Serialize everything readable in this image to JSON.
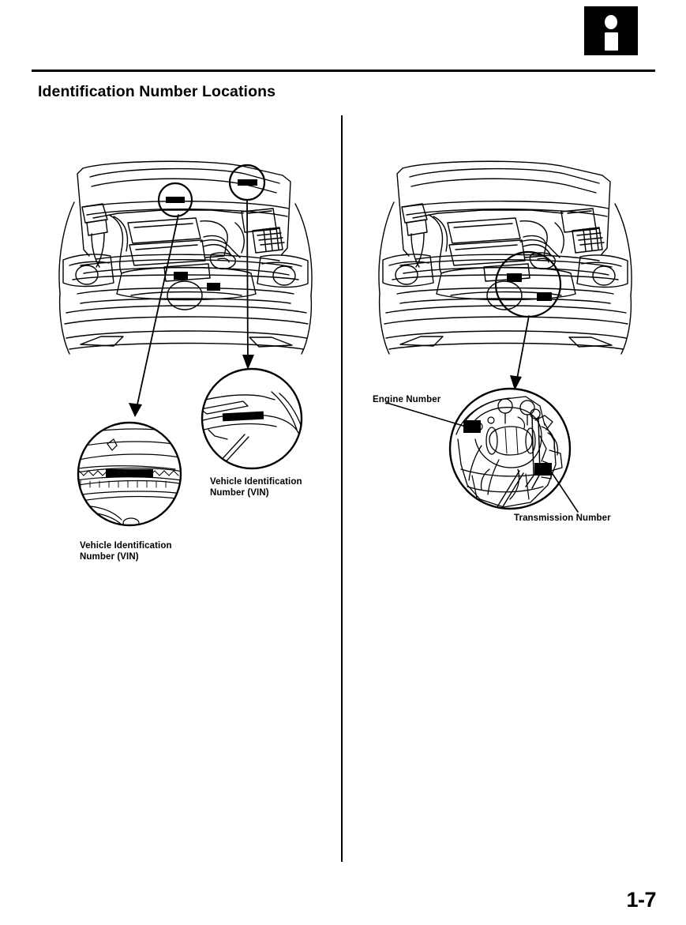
{
  "page": {
    "section_title": "Identification Number Locations",
    "page_number": "1-7",
    "header_icon": "info-icon",
    "ink_color": "#000000",
    "paper_color": "#ffffff"
  },
  "figures": {
    "left": {
      "name": "engine-bay-front-view-vin",
      "description": "Front view of vehicle with hood open showing engine bay; two circled callouts mark VIN plate locations",
      "callouts": [
        {
          "id": "vin-dash-plate",
          "shape": "circle"
        },
        {
          "id": "vin-hood-label",
          "shape": "circle"
        }
      ],
      "details": [
        {
          "id": "vin-detail-dash",
          "caption": "Vehicle Identification\nNumber (VIN)"
        },
        {
          "id": "vin-detail-hood",
          "caption": "Vehicle Identification\nNumber (VIN)"
        }
      ]
    },
    "right": {
      "name": "engine-bay-front-view-engine-transmission",
      "description": "Front view of vehicle with hood open showing engine bay; one circled callout enlarged to show engine and transmission number stamp locations",
      "callouts": [
        {
          "id": "engine-trans-stamp",
          "shape": "circle"
        }
      ],
      "details": [
        {
          "id": "engine-trans-detail",
          "labels": [
            {
              "id": "engine-number",
              "caption": "Engine Number"
            },
            {
              "id": "transmission-number",
              "caption": "Transmission Number"
            }
          ]
        }
      ]
    }
  }
}
